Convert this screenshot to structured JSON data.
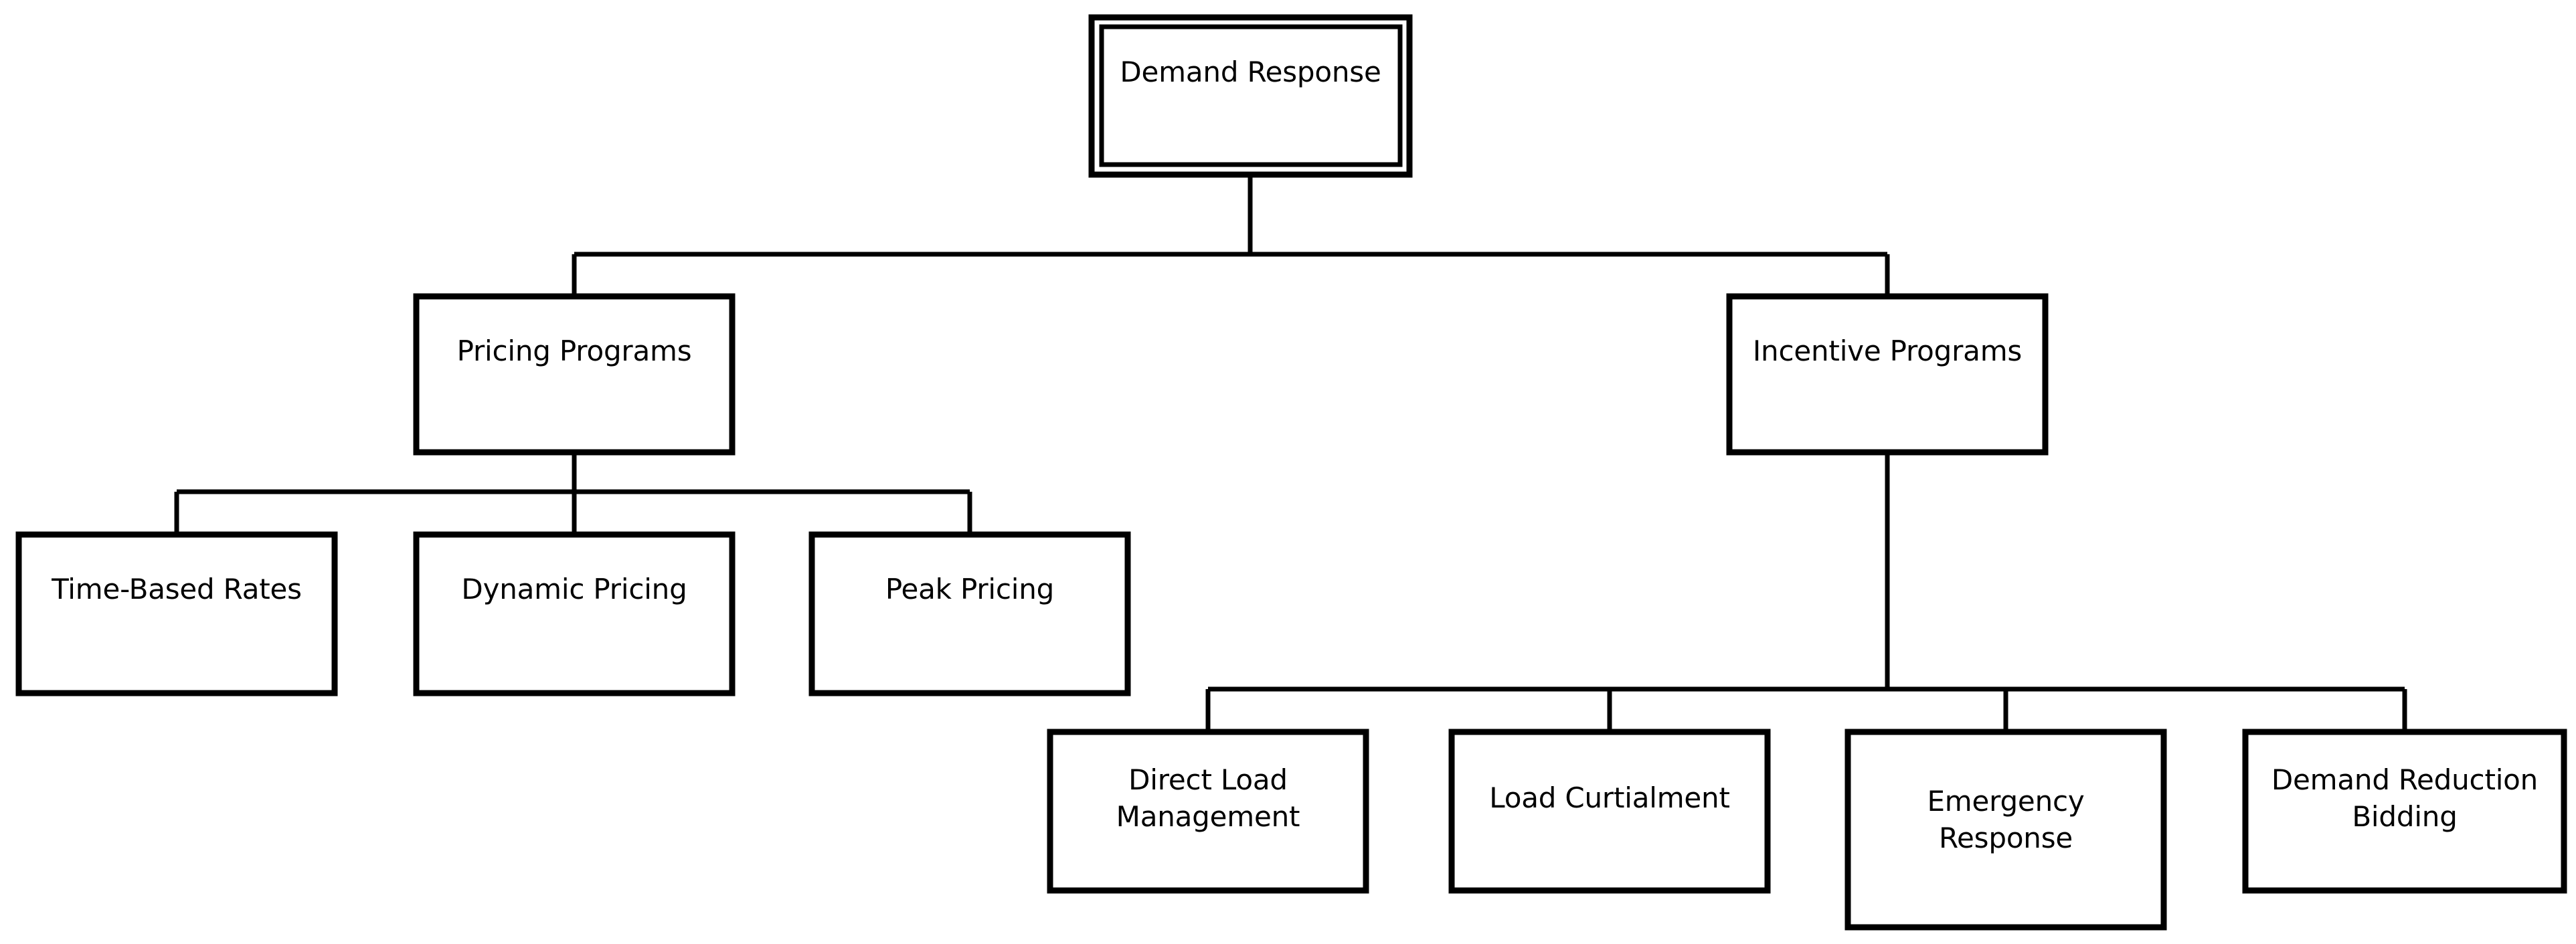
{
  "diagram": {
    "type": "hierarchy-tree",
    "title": "Demand Response",
    "background_color": "#ffffff",
    "line_color": "#000000",
    "text_color": "#000000",
    "nodes": {
      "root": {
        "label": "Demand Response"
      },
      "pricing_programs": {
        "label": "Pricing Programs"
      },
      "incentive_programs": {
        "label": "Incentive Programs"
      },
      "time_based_rates": {
        "label": "Time-Based Rates"
      },
      "dynamic_pricing": {
        "label": "Dynamic Pricing"
      },
      "peak_pricing": {
        "label": "Peak Pricing"
      },
      "direct_load_management": {
        "label": "Direct Load\nManagement"
      },
      "load_curtialment": {
        "label": "Load Curtialment"
      },
      "emergency_response": {
        "label": "Emergency\nResponse"
      },
      "demand_reduction_bidding": {
        "label": "Demand Reduction\nBidding"
      }
    },
    "edges": [
      {
        "from": "root",
        "to": "pricing_programs"
      },
      {
        "from": "root",
        "to": "incentive_programs"
      },
      {
        "from": "pricing_programs",
        "to": "time_based_rates"
      },
      {
        "from": "pricing_programs",
        "to": "dynamic_pricing"
      },
      {
        "from": "pricing_programs",
        "to": "peak_pricing"
      },
      {
        "from": "incentive_programs",
        "to": "direct_load_management"
      },
      {
        "from": "incentive_programs",
        "to": "load_curtialment"
      },
      {
        "from": "incentive_programs",
        "to": "emergency_response"
      },
      {
        "from": "incentive_programs",
        "to": "demand_reduction_bidding"
      }
    ]
  }
}
